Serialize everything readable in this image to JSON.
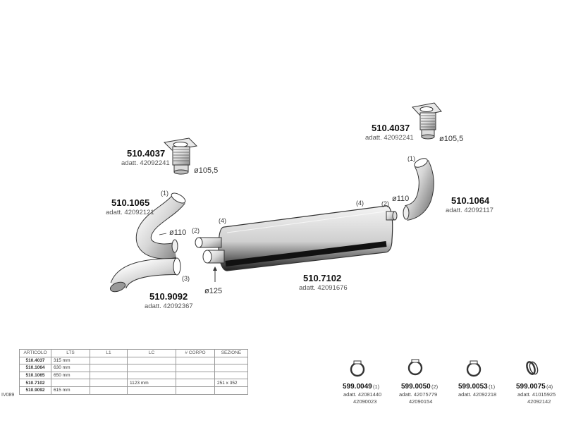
{
  "parts": {
    "flange_left": {
      "pn": "510.4037",
      "adatt": "adatt. 42092241",
      "diameter": "ø105,5"
    },
    "flange_right": {
      "pn": "510.4037",
      "adatt": "adatt. 42092241",
      "diameter": "ø105,5"
    },
    "pipe_1065": {
      "pn": "510.1065",
      "adatt": "adatt. 42092121",
      "diameter": "ø110",
      "callout": "(1)"
    },
    "pipe_1064": {
      "pn": "510.1064",
      "adatt": "adatt. 42092117",
      "diameter": "ø110",
      "callout": "(1)"
    },
    "pipe_9092": {
      "pn": "510.9092",
      "adatt": "adatt. 42092367",
      "callout": "(3)"
    },
    "muffler": {
      "pn": "510.7102",
      "adatt": "adatt. 42091676",
      "diameter": "ø125",
      "callout_left": "(4)",
      "callout_right": "(4)",
      "inlet_callout": "(2)",
      "outlet_callout": "(2)"
    }
  },
  "clamps": [
    {
      "pn": "599.0049",
      "note": "(1)",
      "adatt1": "adatt. 42081440",
      "adatt2": "42090023"
    },
    {
      "pn": "599.0050",
      "note": "(2)",
      "adatt1": "adatt. 42075779",
      "adatt2": "42090154"
    },
    {
      "pn": "599.0053",
      "note": "(1)",
      "adatt1": "adatt. 42092218",
      "adatt2": ""
    },
    {
      "pn": "599.0075",
      "note": "(4)",
      "adatt1": "adatt. 41015925",
      "adatt2": "42092142"
    }
  ],
  "table": {
    "headers": [
      "ARTICOLO",
      "LTS",
      "L1",
      "LC",
      "# CORPO",
      "SEZIONE"
    ],
    "rows": [
      {
        "art": "510.4037",
        "lts": "315 mm",
        "l1": "",
        "lc": "",
        "corpo": "",
        "sez": ""
      },
      {
        "art": "510.1064",
        "lts": "630 mm",
        "l1": "",
        "lc": "",
        "corpo": "",
        "sez": ""
      },
      {
        "art": "510.1065",
        "lts": "650 mm",
        "l1": "",
        "lc": "",
        "corpo": "",
        "sez": ""
      },
      {
        "art": "510.7102",
        "lts": "",
        "l1": "",
        "lc": "1123 mm",
        "corpo": "",
        "sez": "251 x 352"
      },
      {
        "art": "510.9092",
        "lts": "615 mm",
        "l1": "",
        "lc": "",
        "corpo": "",
        "sez": ""
      }
    ]
  },
  "drawing_code": "IV089"
}
